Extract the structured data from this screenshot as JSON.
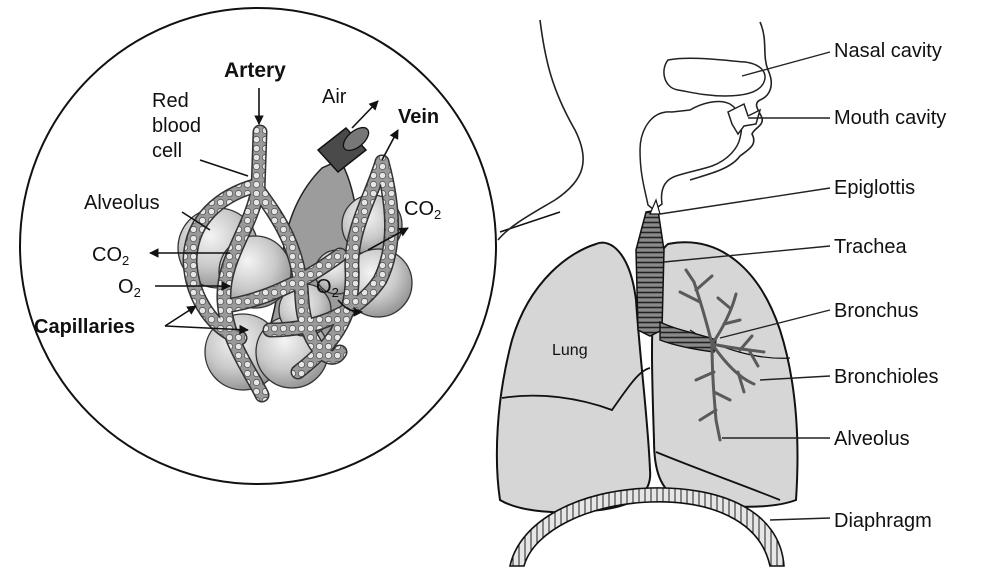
{
  "zoom_labels": {
    "artery": "Artery",
    "red_blood_cell": [
      "Red",
      "blood",
      "cell"
    ],
    "air": "Air",
    "vein": "Vein",
    "alveolus": "Alveolus",
    "co2_out": {
      "base": "CO",
      "sub": "2"
    },
    "co2_in": {
      "base": "CO",
      "sub": "2"
    },
    "o2_in": {
      "base": "O",
      "sub": "2"
    },
    "o2_out": {
      "base": "O",
      "sub": "2"
    },
    "capillaries": "Capillaries"
  },
  "body_labels": {
    "lung": "Lung",
    "nasal_cavity": "Nasal cavity",
    "mouth_cavity": "Mouth cavity",
    "epiglottis": "Epiglottis",
    "trachea": "Trachea",
    "bronchus": "Bronchus",
    "bronchioles": "Bronchioles",
    "alveolus": "Alveolus",
    "diaphragm": "Diaphragm"
  },
  "colors": {
    "ink": "#111111",
    "lung_fill": "#d6d6d6",
    "alveolus_fill": "#c8c8c8",
    "vessel_fill": "#a8a8a8",
    "cell_fill": "#e8e8e8"
  }
}
